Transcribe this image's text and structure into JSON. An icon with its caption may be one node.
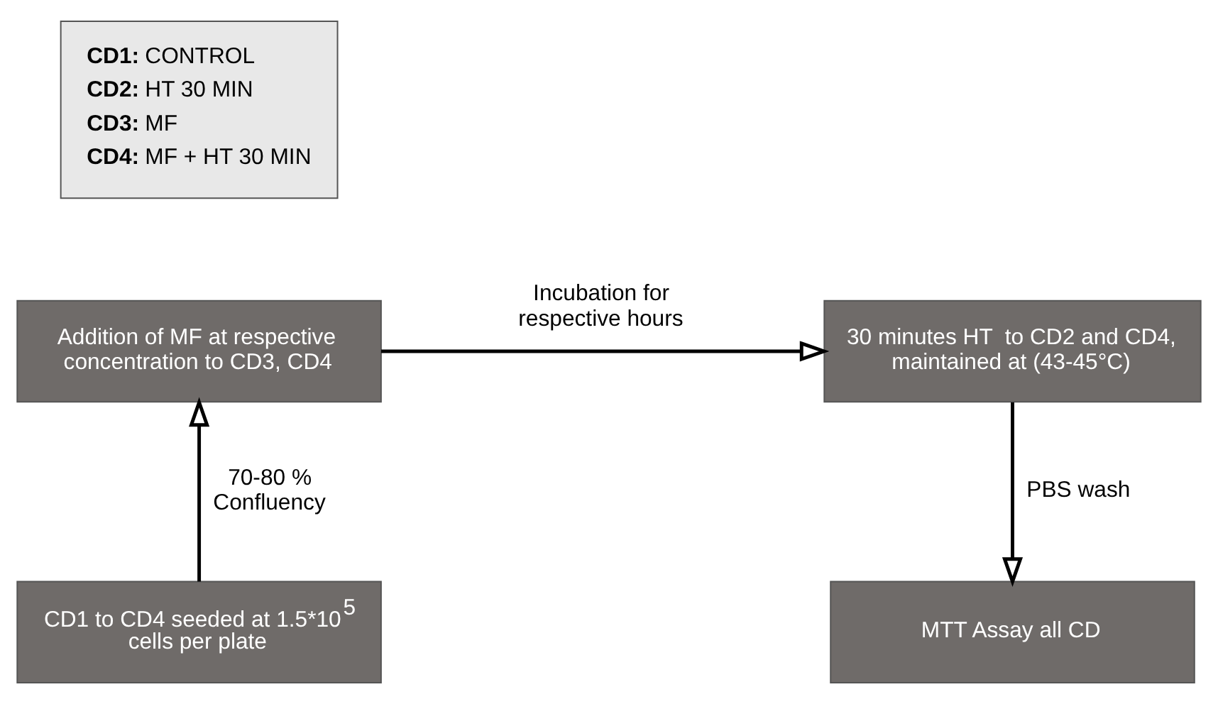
{
  "diagram": {
    "nodes": [
      {
        "text": [
          "**CD1:** CONTROL",
          "**CD2:** HT 30 MIN",
          "**CD3:** MF",
          "**CD4:** MF + HT 30 MIN"
        ]
      },
      {
        "text": [
          "Addition of MF at respective concentration to CD3, CD4"
        ]
      },
      {
        "text": [
          "30 minutes HT  to CD2 and CD4, maintained at (43-45°C)"
        ]
      },
      {
        "text": [
          "CD1 to CD4 seeded at 1.5*10$^{5}$ cells per plate"
        ]
      },
      {
        "text": [
          "MTT Assay all CD"
        ]
      }
    ],
    "edges": [
      {
        "from": 3,
        "to": 1,
        "arrow": "to",
        "label": "70-80 % Confluency"
      },
      {
        "from": 1,
        "to": 2,
        "arrow": "to",
        "label": "Incubation for respective hours"
      },
      {
        "from": 2,
        "to": 4,
        "arrow": "to",
        "label": "PBS wash"
      }
    ]
  }
}
